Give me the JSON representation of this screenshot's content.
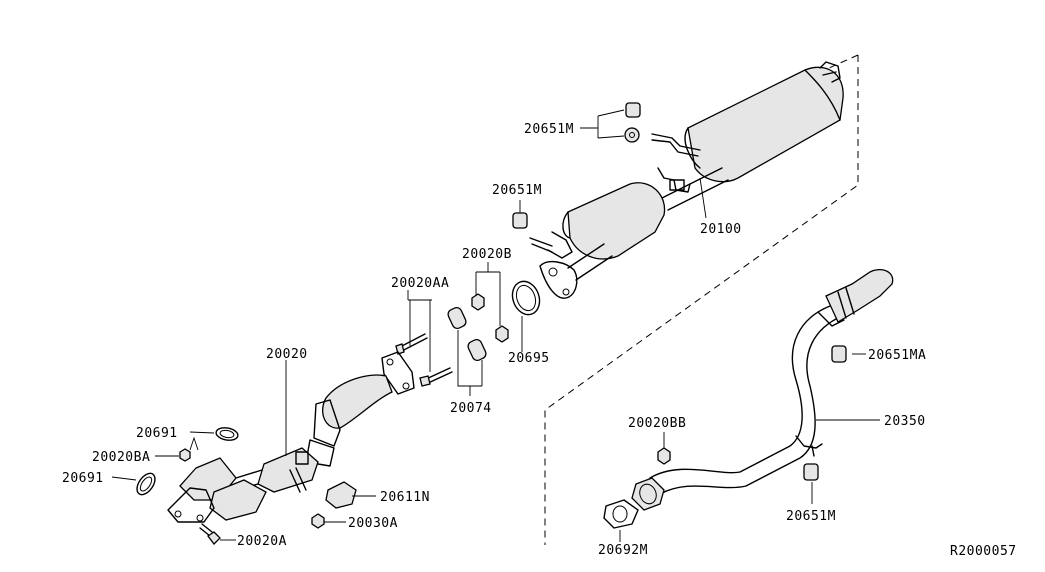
{
  "labels": {
    "p20651M_top": "20651M",
    "p20651M_mid": "20651M",
    "p20100": "20100",
    "p20020B": "20020B",
    "p20020AA": "20020AA",
    "p20695": "20695",
    "p20020": "20020",
    "p20074": "20074",
    "p20691_top": "20691",
    "p20020BA": "20020BA",
    "p20691_left": "20691",
    "p20611N": "20611N",
    "p20030A": "20030A",
    "p20020A": "20020A",
    "p20651MA": "20651MA",
    "p20350": "20350",
    "p20020BB": "20020BB",
    "p20651M_bot": "20651M",
    "p20692M": "20692M",
    "ref": "R2000057"
  }
}
